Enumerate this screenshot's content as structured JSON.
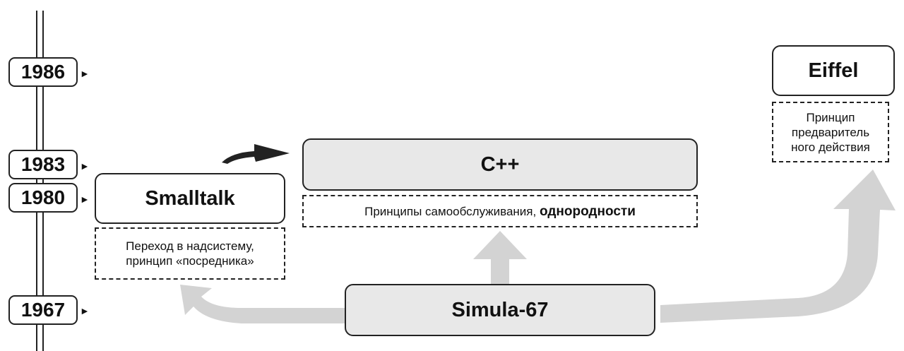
{
  "timeline": {
    "years": [
      "1986",
      "1983",
      "1980",
      "1967"
    ]
  },
  "languages": {
    "simula": "Simula-67",
    "smalltalk": "Smalltalk",
    "cpp": "C++",
    "eiffel": "Eiffel"
  },
  "notes": {
    "smalltalk_line1": "Переход в надсистему,",
    "smalltalk_line2": "принцип «посредника»",
    "cpp_regular": "Принципы самообслуживания, ",
    "cpp_bold": "однородности",
    "eiffel_line1": "Принцип",
    "eiffel_line2": "предваритель",
    "eiffel_line3": "ного действия"
  },
  "colors": {
    "flow_arrow": "#d3d3d3",
    "box_fill_gray": "#e8e8e8",
    "outline": "#222222"
  }
}
